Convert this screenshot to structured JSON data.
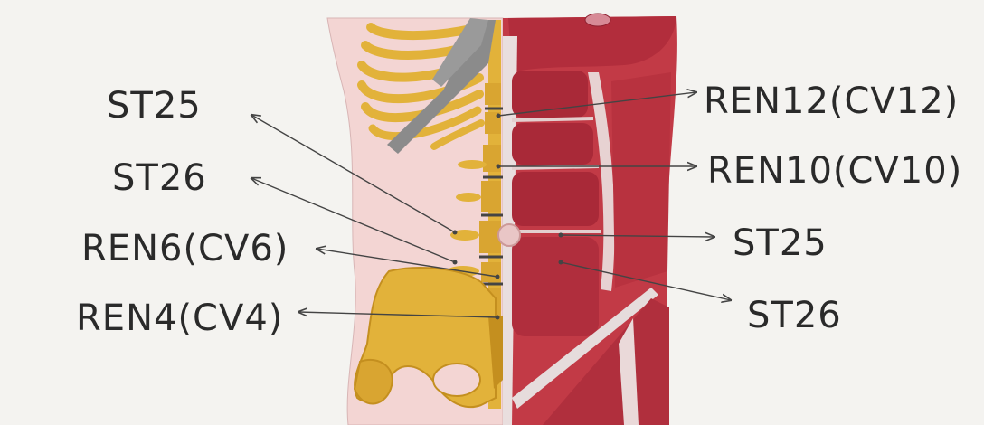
{
  "colors": {
    "paper": "#f4f3f0",
    "skin": "#f3d5d3",
    "bone": "#e2b23a",
    "bone_shadow": "#c48f1f",
    "rib_shadow": "#8b8b8b",
    "muscle": "#c23a46",
    "muscle_dark": "#9c2331",
    "tendon": "#e9dede",
    "line": "#444444"
  },
  "labels": {
    "left": [
      "ST25",
      "ST26",
      "REN6(CV6)",
      "REN4(CV4)"
    ],
    "right": [
      "REN12(CV12)",
      "REN10(CV10)",
      "ST25",
      "ST26"
    ]
  }
}
